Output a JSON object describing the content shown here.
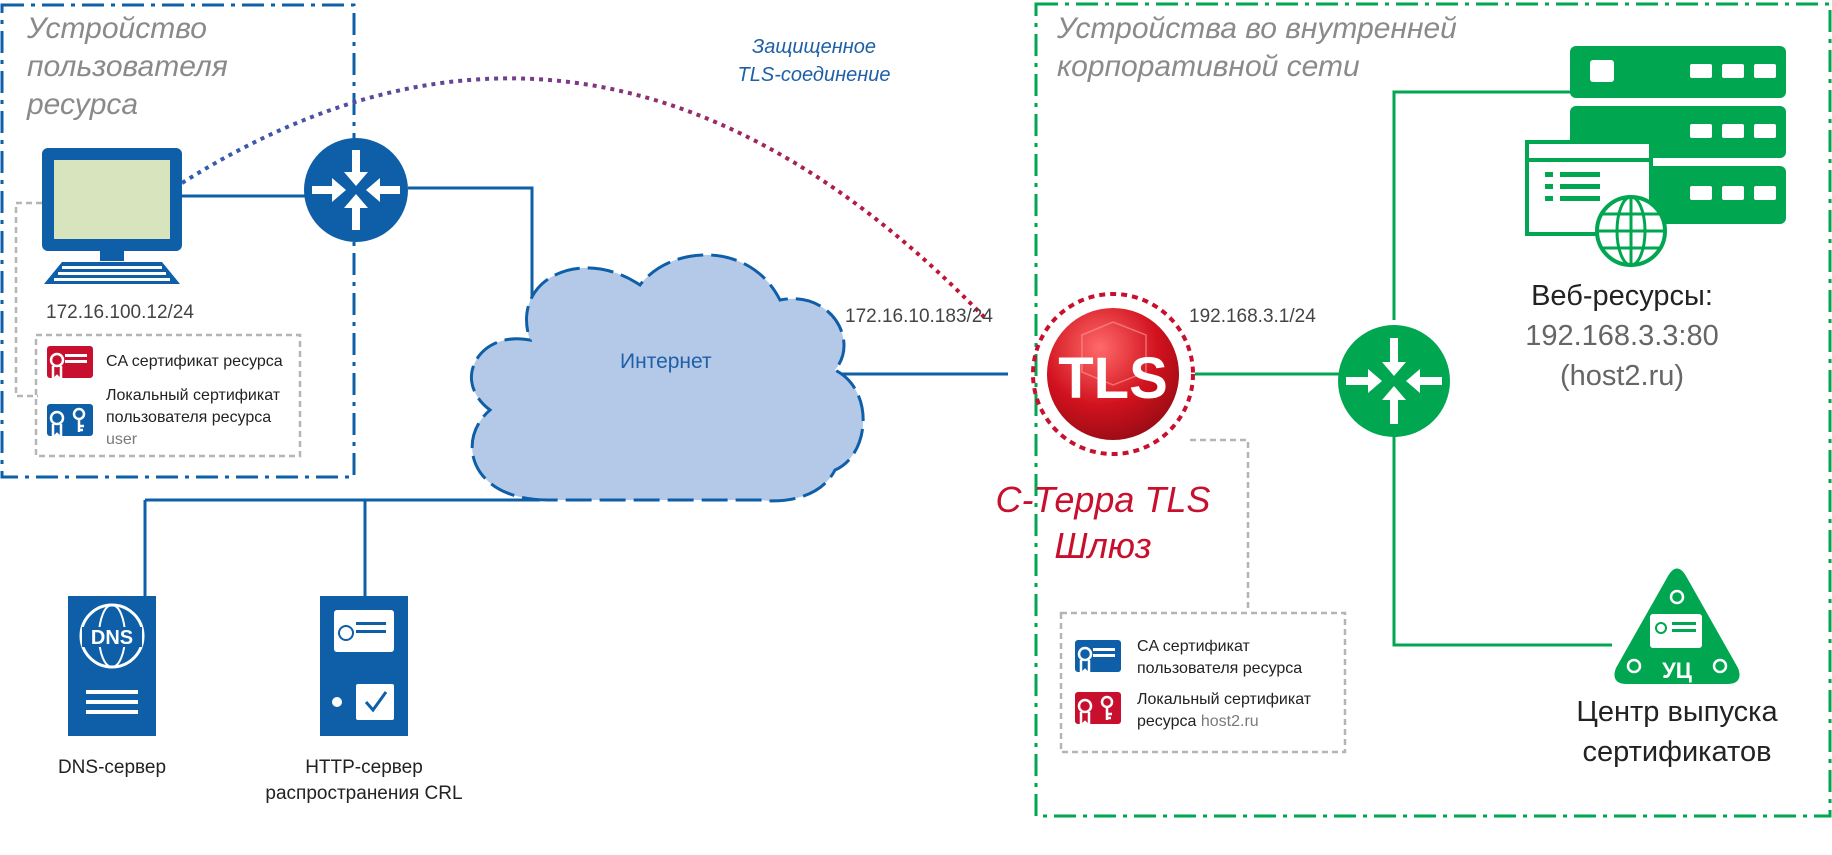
{
  "zones": {
    "user_title": [
      "Устройство",
      "пользователя",
      "ресурса"
    ],
    "corp_title": [
      "Устройства во внутренней",
      "корпоративной сети"
    ]
  },
  "link": {
    "label": [
      "Защищенное",
      "TLS-соединение"
    ]
  },
  "user": {
    "ip": "172.16.100.12/24",
    "cert_ca": "CA сертификат ресурса",
    "cert_local": [
      "Локальный сертификат",
      "пользователя ресурса"
    ],
    "cert_local_owner": "user"
  },
  "internet": {
    "label": "Интернет"
  },
  "gateway": {
    "logo_text": "TLS",
    "ip_external": "172.16.10.183/24",
    "ip_internal": "192.168.3.1/24",
    "name": [
      "С-Терра TLS",
      "Шлюз"
    ],
    "cert_ca": [
      "CA сертификат",
      "пользователя ресурса"
    ],
    "cert_local": "Локальный сертификат",
    "cert_local_prefix": "ресурса",
    "cert_local_owner": "host2.ru"
  },
  "web": {
    "title": "Веб-ресурсы:",
    "address": "192.168.3.3:80",
    "host": "(host2.ru)"
  },
  "ca": {
    "badge": "УЦ",
    "label": [
      "Центр выпуска",
      "сертификатов"
    ]
  },
  "dns": {
    "badge": "DNS",
    "label": "DNS-сервер"
  },
  "crl": {
    "label": [
      "HTTP-сервер",
      "распространения CRL"
    ]
  },
  "colors": {
    "blue": "#0e5fa8",
    "green": "#00a650",
    "red": "#c8102e",
    "cloud": "#b4c9e8",
    "screen": "#d7e4bd",
    "link_start": "#2f5fb3",
    "link_end": "#c8102e"
  }
}
